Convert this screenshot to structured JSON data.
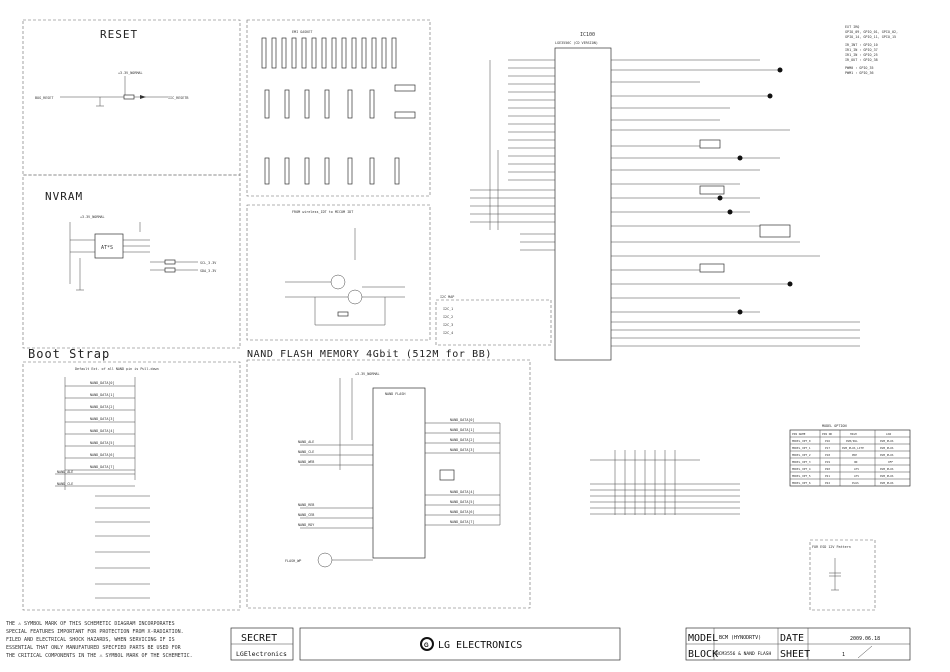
{
  "sections": {
    "reset": {
      "title": "RESET",
      "net_in": "BOG_RESET",
      "net_out": "IIC_RESETB",
      "power": "+3.3V_NORMAL"
    },
    "nvram": {
      "title": "NVRAM",
      "chip": "AT*S",
      "power": "+3.3V_NORMAL",
      "nets": [
        "SCL_3.3V",
        "SDA_3.3V"
      ]
    },
    "boot_strap": {
      "title": "Boot Strap",
      "subtitle": "Default Ext. of all NAND pin is Pull-down",
      "nets": [
        "NAND_DATA[0]",
        "NAND_DATA[1]",
        "NAND_DATA[2]",
        "NAND_DATA[3]",
        "NAND_DATA[4]",
        "NAND_DATA[5]",
        "NAND_DATA[6]",
        "NAND_DATA[7]"
      ],
      "side_nets": [
        "NAND_ALE",
        "NAND_CLE"
      ]
    },
    "emi": {
      "title": "EMI GASKET"
    },
    "wireless": {
      "title": "FROM wireless_IDT to MICOM IDT"
    },
    "nand": {
      "title": "NAND FLASH MEMORY 4Gbit (512M for BB)",
      "chip": "NAND FLASH",
      "power": "+3.3V_NORMAL",
      "left_nets": [
        "NAND_ALE",
        "NAND_CLE",
        "NAND_WEB",
        "NAND_REB",
        "NAND_CEB",
        "NAND_RDY"
      ],
      "right_nets": [
        "NAND_DATA[0]",
        "NAND_DATA[1]",
        "NAND_DATA[2]",
        "NAND_DATA[3]",
        "NAND_DATA[4]",
        "NAND_DATA[5]",
        "NAND_DATA[6]",
        "NAND_DATA[7]"
      ],
      "misc": "FLASH_WP"
    },
    "i2c_map": {
      "title": "I2C MAP",
      "items": [
        "I2C_1",
        "I2C_2",
        "I2C_3",
        "I2C_4"
      ]
    },
    "soc": {
      "ref": "IC100",
      "part": "LGE3556C (CD VERSION)"
    },
    "ext_irq": {
      "lines": [
        "EXT IRQ",
        "GPIO_09, GPIO_01, GPIO_02,",
        "GPIO_14, GPIO_11, GPIO_15",
        "",
        "IR_INT : GPIO_10",
        "IR1_IN : GPIO_37",
        "IR1_IN : GPIO_25",
        "IR_OUT : GPIO_38",
        "",
        "PWM0 : GPIO_35",
        "PWM1 : GPIO_36"
      ]
    },
    "model_option": {
      "title": "MODEL OPTION",
      "headers": [
        "PIN NAME",
        "PIN NO",
        "HIGH",
        "LOW"
      ],
      "rows": [
        [
          "MODEL_OPT_0",
          "P16",
          "DVB/PAL",
          "DVB_PLUS"
        ],
        [
          "MODEL_OPT_1",
          "P17",
          "DVB_PLUS_LITE",
          "DVB_PLUS"
        ],
        [
          "MODEL_OPT_2",
          "P18",
          "PDP",
          "DVB_PLUS"
        ],
        [
          "MODEL_OPT_3",
          "P19",
          "ON",
          "OFF"
        ],
        [
          "MODEL_OPT_4",
          "P20",
          "ATV",
          "DVB_PLUS"
        ],
        [
          "MODEL_OPT_5",
          "P21",
          "ATV",
          "DVB_PLUS"
        ],
        [
          "MODEL_OPT_6",
          "P22",
          "PLUS",
          "DVB_PLUS"
        ]
      ]
    },
    "esd": {
      "title": "FOR ESD 12V Pattern"
    }
  },
  "title_block": {
    "notice": [
      "THE ⚠ SYMBOL MARK OF THIS SCHEMETIC DIAGRAM INCORPORATES",
      "SPECIAL FEATURES IMPORTANT FOR PROTECTION FROM X-RADIATION.",
      "FILED AND ELECTRICAL SHOCK HAZARDS, WHEN SERVICING IF IS",
      "ESSENTIAL THAT ONLY MANUFATURED SPECFIED PARTS BE USED FOR",
      "THE CRITICAL COMPONENTS IN THE ⚠ SYMBOL MARK OF THE SCHEMETIC."
    ],
    "secret": "SECRET",
    "company_small": "LGElectronics",
    "company": "LG ELECTRONICS",
    "model_label": "MODEL",
    "model_value": "BCM (HYNODRTV)",
    "date_label": "DATE",
    "date_value": "2009.06.18",
    "block_label": "BLOCK",
    "block_value": "BCM3556 & NAND FLASH",
    "sheet_label": "SHEET",
    "sheet_value": "1"
  }
}
